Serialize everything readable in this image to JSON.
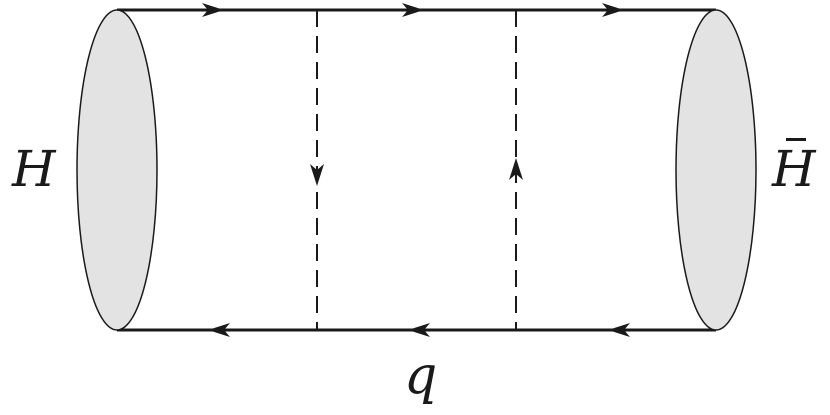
{
  "labels": {
    "left_meson": "H",
    "right_meson": "H",
    "bottom_quark": "q"
  },
  "colors": {
    "line": "#1a1a1a",
    "blob_fill": "#e3e3e3",
    "background": "#ffffff"
  }
}
